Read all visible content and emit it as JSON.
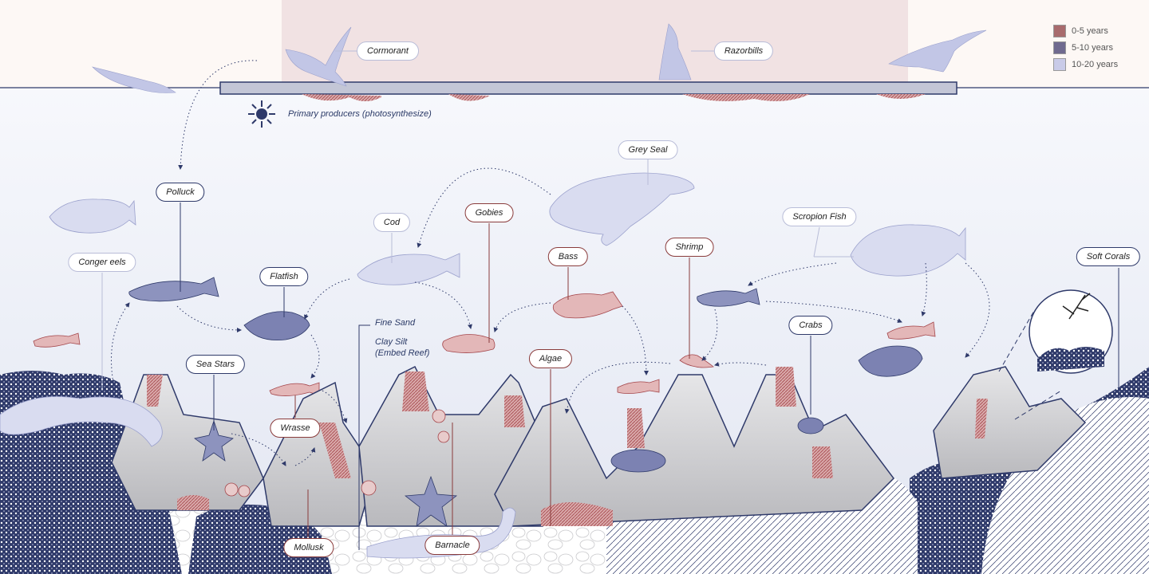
{
  "legend": [
    {
      "label": "0-5 years",
      "color": "#a86b6d"
    },
    {
      "label": "5-10 years",
      "color": "#6f6a8f"
    },
    {
      "label": "10-20 years",
      "color": "#c9cbe8"
    }
  ],
  "colors": {
    "navy": "#2f3a6a",
    "rose": "#b05a5e",
    "pale_species": "#b9bde0",
    "sky_band": "#f1e2e3",
    "concrete": "#cfcfd2"
  },
  "labels": {
    "cormorant": "Cormorant",
    "razorbills": "Razorbills",
    "primary_producers": "Primary producers (photosynthesize)",
    "grey_seal": "Grey Seal",
    "polluck": "Polluck",
    "cod": "Cod",
    "gobies": "Gobies",
    "scorpion_fish": "Scropion Fish",
    "bass": "Bass",
    "shrimp": "Shrimp",
    "conger_eels": "Conger eels",
    "flatfish": "Flatfish",
    "soft_corals": "Soft Corals",
    "fine_sand": "Fine Sand",
    "clay_silt": "Clay Silt (Embed Reef)",
    "crabs": "Crabs",
    "algae": "Algae",
    "sea_stars": "Sea Stars",
    "wrasse": "Wrasse",
    "mollusk": "Mollusk",
    "barnacle": "Barnacle"
  },
  "icons": {
    "sun": "sun-icon",
    "birds": "bird-icon",
    "fish": "fish-icon",
    "seal": "seal-icon",
    "crab": "crab-icon",
    "starfish": "starfish-icon",
    "coral": "coral-icon",
    "eel": "eel-icon"
  }
}
